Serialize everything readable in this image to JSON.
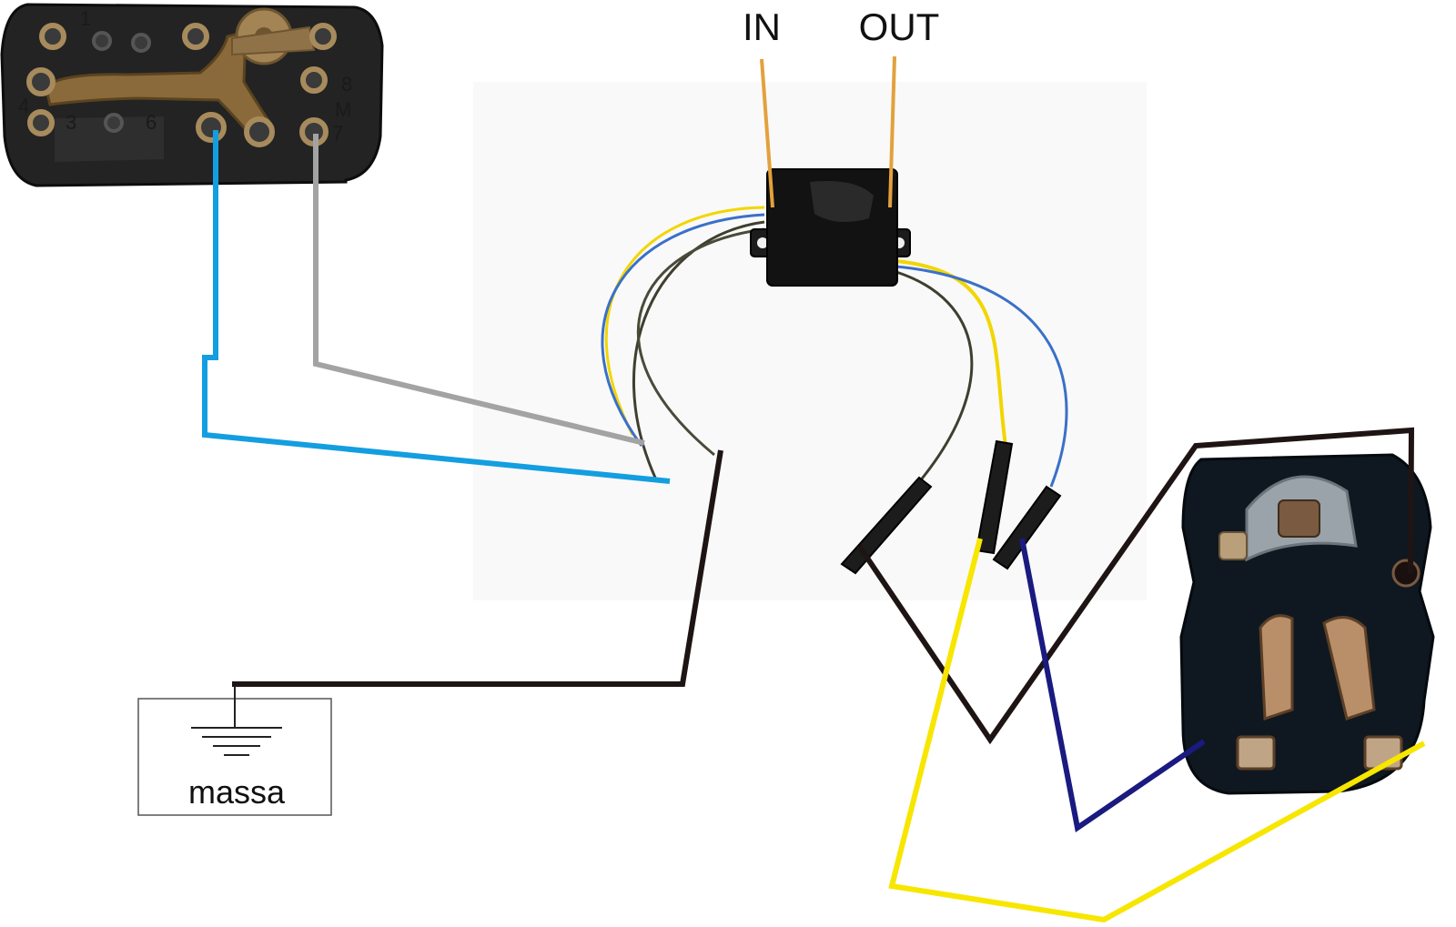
{
  "labels": {
    "in": "IN",
    "out": "OUT",
    "ground": "massa"
  },
  "switch_pins": {
    "p1": "1",
    "p3": "3",
    "p4": "4",
    "p6": "6",
    "p7": "7",
    "p8": "8",
    "pM": "M"
  },
  "colors": {
    "wire_blue": "#139ee0",
    "wire_grey": "#a3a3a3",
    "wire_black": "#1f1414",
    "wire_yellow": "#f7e600",
    "wire_navy": "#1a1a80",
    "lead_orange": "#e3a13c",
    "module_body": "#121212",
    "connector_body": "#101820"
  },
  "components": [
    {
      "id": "ignition-switch",
      "icon": "ignition-switch-contact-block"
    },
    {
      "id": "electronic-module",
      "icon": "potted-module-box"
    },
    {
      "id": "distributor-cap",
      "icon": "distributor-contact-breaker"
    },
    {
      "id": "ground-symbol",
      "icon": "ground-icon"
    }
  ]
}
